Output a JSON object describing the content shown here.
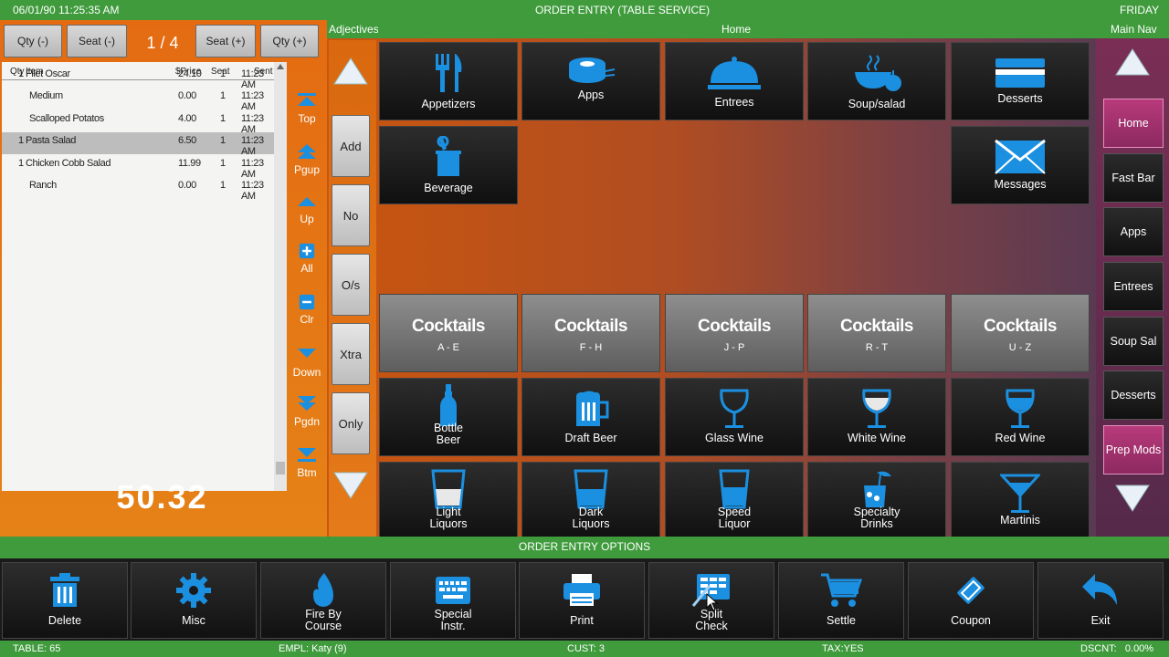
{
  "topbar": {
    "datetime": "06/01/90  11:25:35 AM",
    "title": "ORDER ENTRY  (TABLE SERVICE)",
    "day": "FRIDAY"
  },
  "seats": {
    "qty_minus": "Qty (-)",
    "seat_minus": "Seat (-)",
    "count": "1 / 4",
    "seat_plus": "Seat (+)",
    "qty_plus": "Qty (+)"
  },
  "order": {
    "headers": {
      "qty": "Qty",
      "item": "Item",
      "price": "$Price",
      "seat": "Seat",
      "sent": "Sent"
    },
    "rows": [
      {
        "qty": "1",
        "item": "Filet Oscar",
        "price": "24.10",
        "seat": "1",
        "sent": "11:23 AM"
      },
      {
        "qty": "",
        "item": "Medium",
        "price": "0.00",
        "seat": "1",
        "sent": "11:23 AM"
      },
      {
        "qty": "",
        "item": "Scalloped Potatos",
        "price": "4.00",
        "seat": "1",
        "sent": "11:23 AM"
      },
      {
        "qty": "1",
        "item": "Pasta Salad",
        "price": "6.50",
        "seat": "1",
        "sent": "11:23 AM"
      },
      {
        "qty": "1",
        "item": "Chicken Cobb Salad",
        "price": "11.99",
        "seat": "1",
        "sent": "11:23 AM"
      },
      {
        "qty": "",
        "item": "Ranch",
        "price": "0.00",
        "seat": "1",
        "sent": "11:23 AM"
      }
    ],
    "total": "50.32"
  },
  "scrollnav": {
    "top": "Top",
    "pgup": "Pgup",
    "up": "Up",
    "all": "All",
    "clr": "Clr",
    "down": "Down",
    "pgdn": "Pgdn",
    "btm": "Btm"
  },
  "bars": {
    "adjectives": "Adjectives",
    "home": "Home",
    "main_nav": "Main Nav",
    "options": "ORDER ENTRY OPTIONS"
  },
  "modifiers": {
    "add": "Add",
    "no": "No",
    "os": "O/s",
    "xtra": "Xtra",
    "only": "Only"
  },
  "tiles": {
    "appetizers": "Appetizers",
    "apps": "Apps",
    "entrees": "Entrees",
    "soup_salad": "Soup/salad",
    "desserts": "Desserts",
    "beverage": "Beverage",
    "messages": "Messages",
    "cocktails": [
      {
        "title": "Cocktails",
        "range": "A - E"
      },
      {
        "title": "Cocktails",
        "range": "F - H"
      },
      {
        "title": "Cocktails",
        "range": "J - P"
      },
      {
        "title": "Cocktails",
        "range": "R - T"
      },
      {
        "title": "Cocktails",
        "range": "U - Z"
      }
    ],
    "bottle_beer_1": "Bottle",
    "bottle_beer_2": "Beer",
    "draft_beer": "Draft Beer",
    "glass_wine": "Glass Wine",
    "white_wine": "White Wine",
    "red_wine": "Red Wine",
    "light_liquors_1": "Light",
    "light_liquors_2": "Liquors",
    "dark_liquors_1": "Dark",
    "dark_liquors_2": "Liquors",
    "speed_liquor_1": "Speed",
    "speed_liquor_2": "Liquor",
    "specialty_drinks_1": "Specialty",
    "specialty_drinks_2": "Drinks",
    "martinis": "Martinis"
  },
  "rightnav": {
    "home": "Home",
    "fast_bar": "Fast Bar",
    "apps": "Apps",
    "entrees": "Entrees",
    "soup_sal": "Soup Sal",
    "desserts": "Desserts",
    "prep_mods": "Prep Mods"
  },
  "options": {
    "delete": "Delete",
    "misc": "Misc",
    "fire_1": "Fire By",
    "fire_2": "Course",
    "special_1": "Special",
    "special_2": "Instr.",
    "print": "Print",
    "split_1": "Split",
    "split_2": "Check",
    "settle": "Settle",
    "coupon": "Coupon",
    "exit": "Exit"
  },
  "status": {
    "table": "TABLE: 65",
    "empl": "EMPL: Katy (9)",
    "cust": "CUST: 3",
    "tax": "TAX:YES",
    "dscnt": "DSCNT:   0.00%"
  },
  "colors": {
    "green": "#3f9b3c",
    "icon_blue": "#1b8fe0",
    "orange": "#e46b12",
    "magenta": "#b83a7c"
  }
}
